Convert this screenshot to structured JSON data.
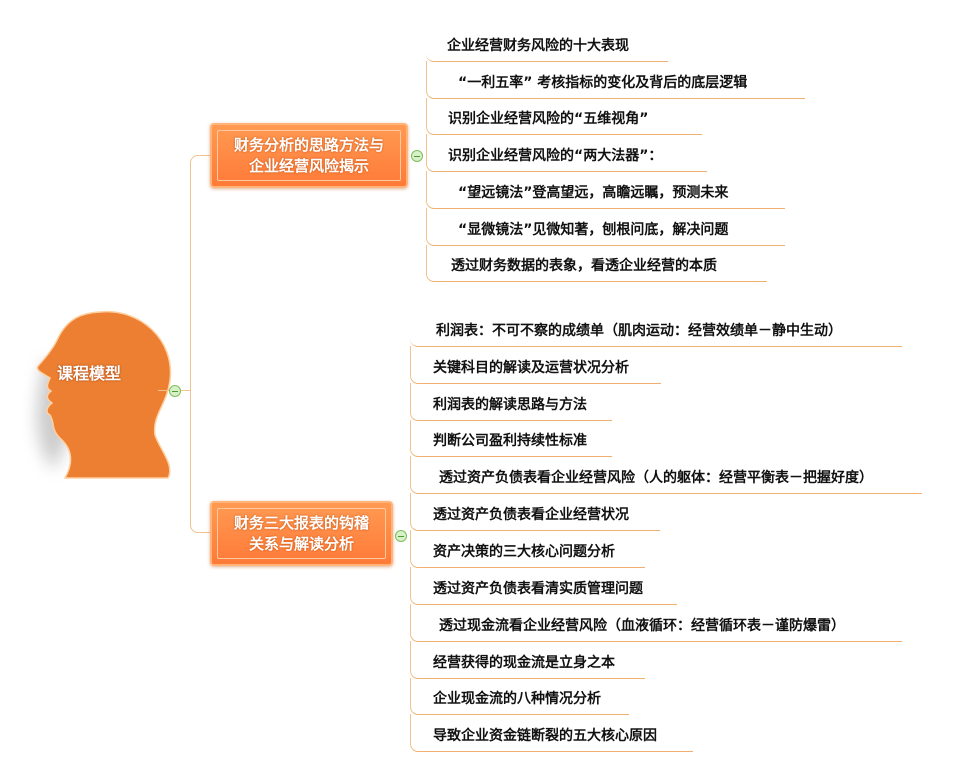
{
  "central": {
    "label": "课程模型",
    "color": "#ec7f32"
  },
  "branches": [
    {
      "label_line1": "财务分析的思路方法与",
      "label_line2": "企业经营风险揭示",
      "items": [
        "企业经营财务风险的十大表现",
        "“一利五率” 考核指标的变化及背后的底层逻辑",
        "识别企业经营风险的“五维视角”",
        "识别企业经营风险的“两大法器”：",
        "“望远镜法”登高望远，高瞻远瞩，预测未来",
        "“显微镜法”见微知著，刨根问底，解决问题",
        "透过财务数据的表象，看透企业经营的本质"
      ]
    },
    {
      "label_line1": "财务三大报表的钩稽",
      "label_line2": "关系与解读分析",
      "items": [
        "利润表：不可不察的成绩单（肌肉运动：经营效绩单－静中生动）",
        "关键科目的解读及运营状况分析",
        "利润表的解读思路与方法",
        "判断公司盈利持续性标准",
        "透过资产负债表看企业经营风险（人的躯体：经营平衡表－把握好度）",
        "透过资产负债表看企业经营状况",
        "资产决策的三大核心问题分析",
        "透过资产负债表看清实质管理问题",
        "透过现金流看企业经营风险（血液循环：经营循环表－谨防爆雷）",
        "经营获得的现金流是立身之本",
        "企业现金流的八种情况分析",
        "导致企业资金链断裂的五大核心原因"
      ]
    }
  ],
  "colors": {
    "branch": "#ff7f3f",
    "connector": "#f0c48c",
    "collapse": "#7cbf5a"
  }
}
